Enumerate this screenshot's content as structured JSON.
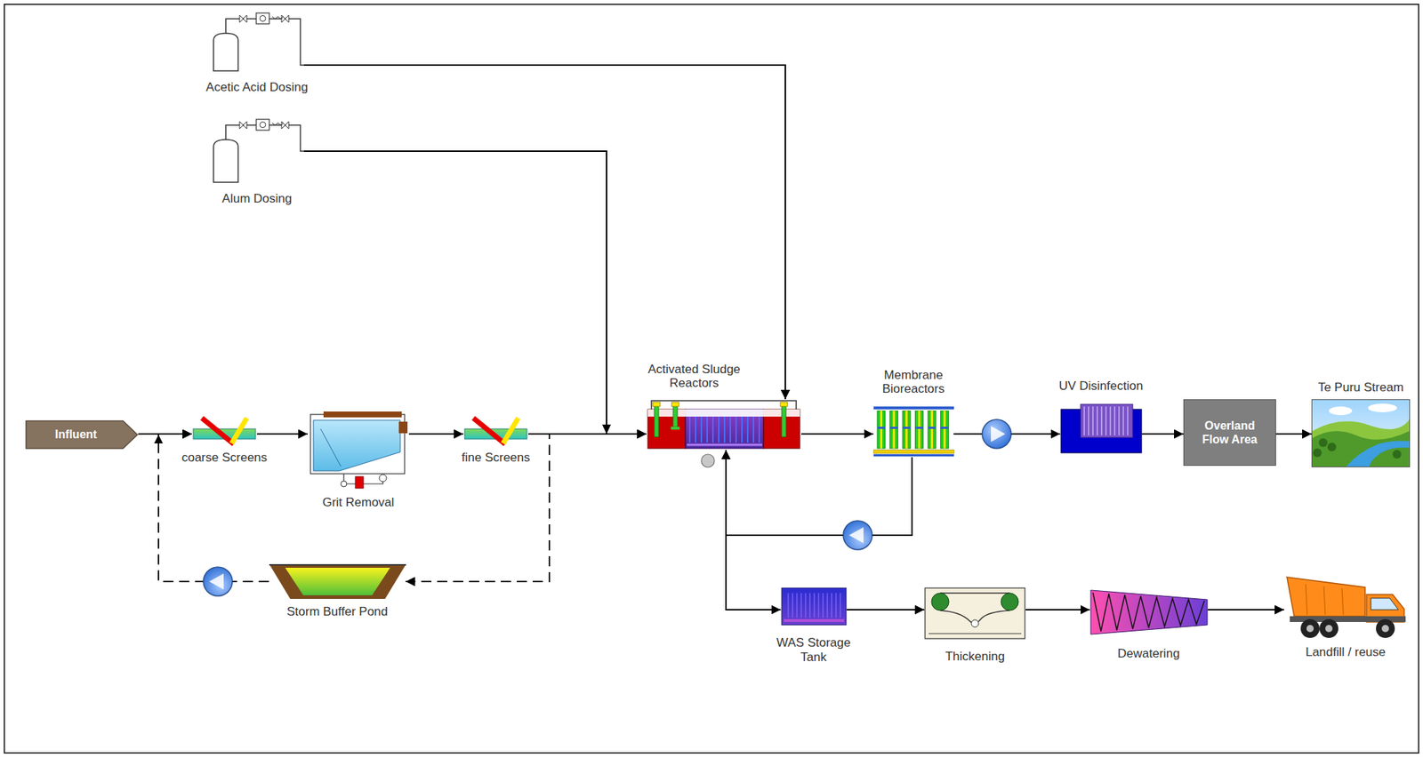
{
  "diagram": {
    "nodes": [
      {
        "text": [
          "Acetic Acid Dosing"
        ]
      },
      {
        "text": [
          "Alum Dosing"
        ]
      },
      {
        "text": [
          "Influent"
        ]
      },
      {
        "text": [
          "coarse Screens"
        ]
      },
      {
        "text": [
          "Grit Removal"
        ]
      },
      {
        "text": [
          "fine Screens"
        ]
      },
      {
        "text": [
          "Activated Sludge Reactors"
        ]
      },
      {
        "text": [
          "Membrane Bioreactors"
        ]
      },
      {
        "text": [
          "UV Disinfection"
        ]
      },
      {
        "text": [
          "Overland Flow Area"
        ]
      },
      {
        "text": [
          "Te Puru Stream"
        ]
      },
      {
        "text": [
          "Storm Buffer Pond"
        ]
      },
      {
        "text": [
          "WAS Storage Tank"
        ]
      },
      {
        "text": [
          "Thickening"
        ]
      },
      {
        "text": [
          "Dewatering"
        ]
      },
      {
        "text": [
          "Landfill / reuse"
        ]
      }
    ],
    "edges": [
      {
        "from": 2,
        "to": 3,
        "arrow": "to"
      },
      {
        "from": 3,
        "to": 4,
        "arrow": "to"
      },
      {
        "from": 4,
        "to": 5,
        "arrow": "to"
      },
      {
        "from": 5,
        "to": 6,
        "arrow": "to"
      },
      {
        "from": 0,
        "to": 6,
        "arrow": "to"
      },
      {
        "from": 1,
        "to": 6,
        "arrow": "to"
      },
      {
        "from": 6,
        "to": 7,
        "arrow": "to"
      },
      {
        "from": 7,
        "to": 8,
        "arrow": "to"
      },
      {
        "from": 8,
        "to": 9,
        "arrow": "to"
      },
      {
        "from": 9,
        "to": 10,
        "arrow": "to"
      },
      {
        "from": 7,
        "to": 6,
        "arrow": "to"
      },
      {
        "from": 6,
        "to": 12,
        "arrow": "to"
      },
      {
        "from": 12,
        "to": 13,
        "arrow": "to"
      },
      {
        "from": 13,
        "to": 14,
        "arrow": "to"
      },
      {
        "from": 14,
        "to": 15,
        "arrow": "to"
      },
      {
        "from": 5,
        "to": 11,
        "arrow": "to"
      },
      {
        "from": 11,
        "to": 3,
        "arrow": "to"
      }
    ]
  }
}
